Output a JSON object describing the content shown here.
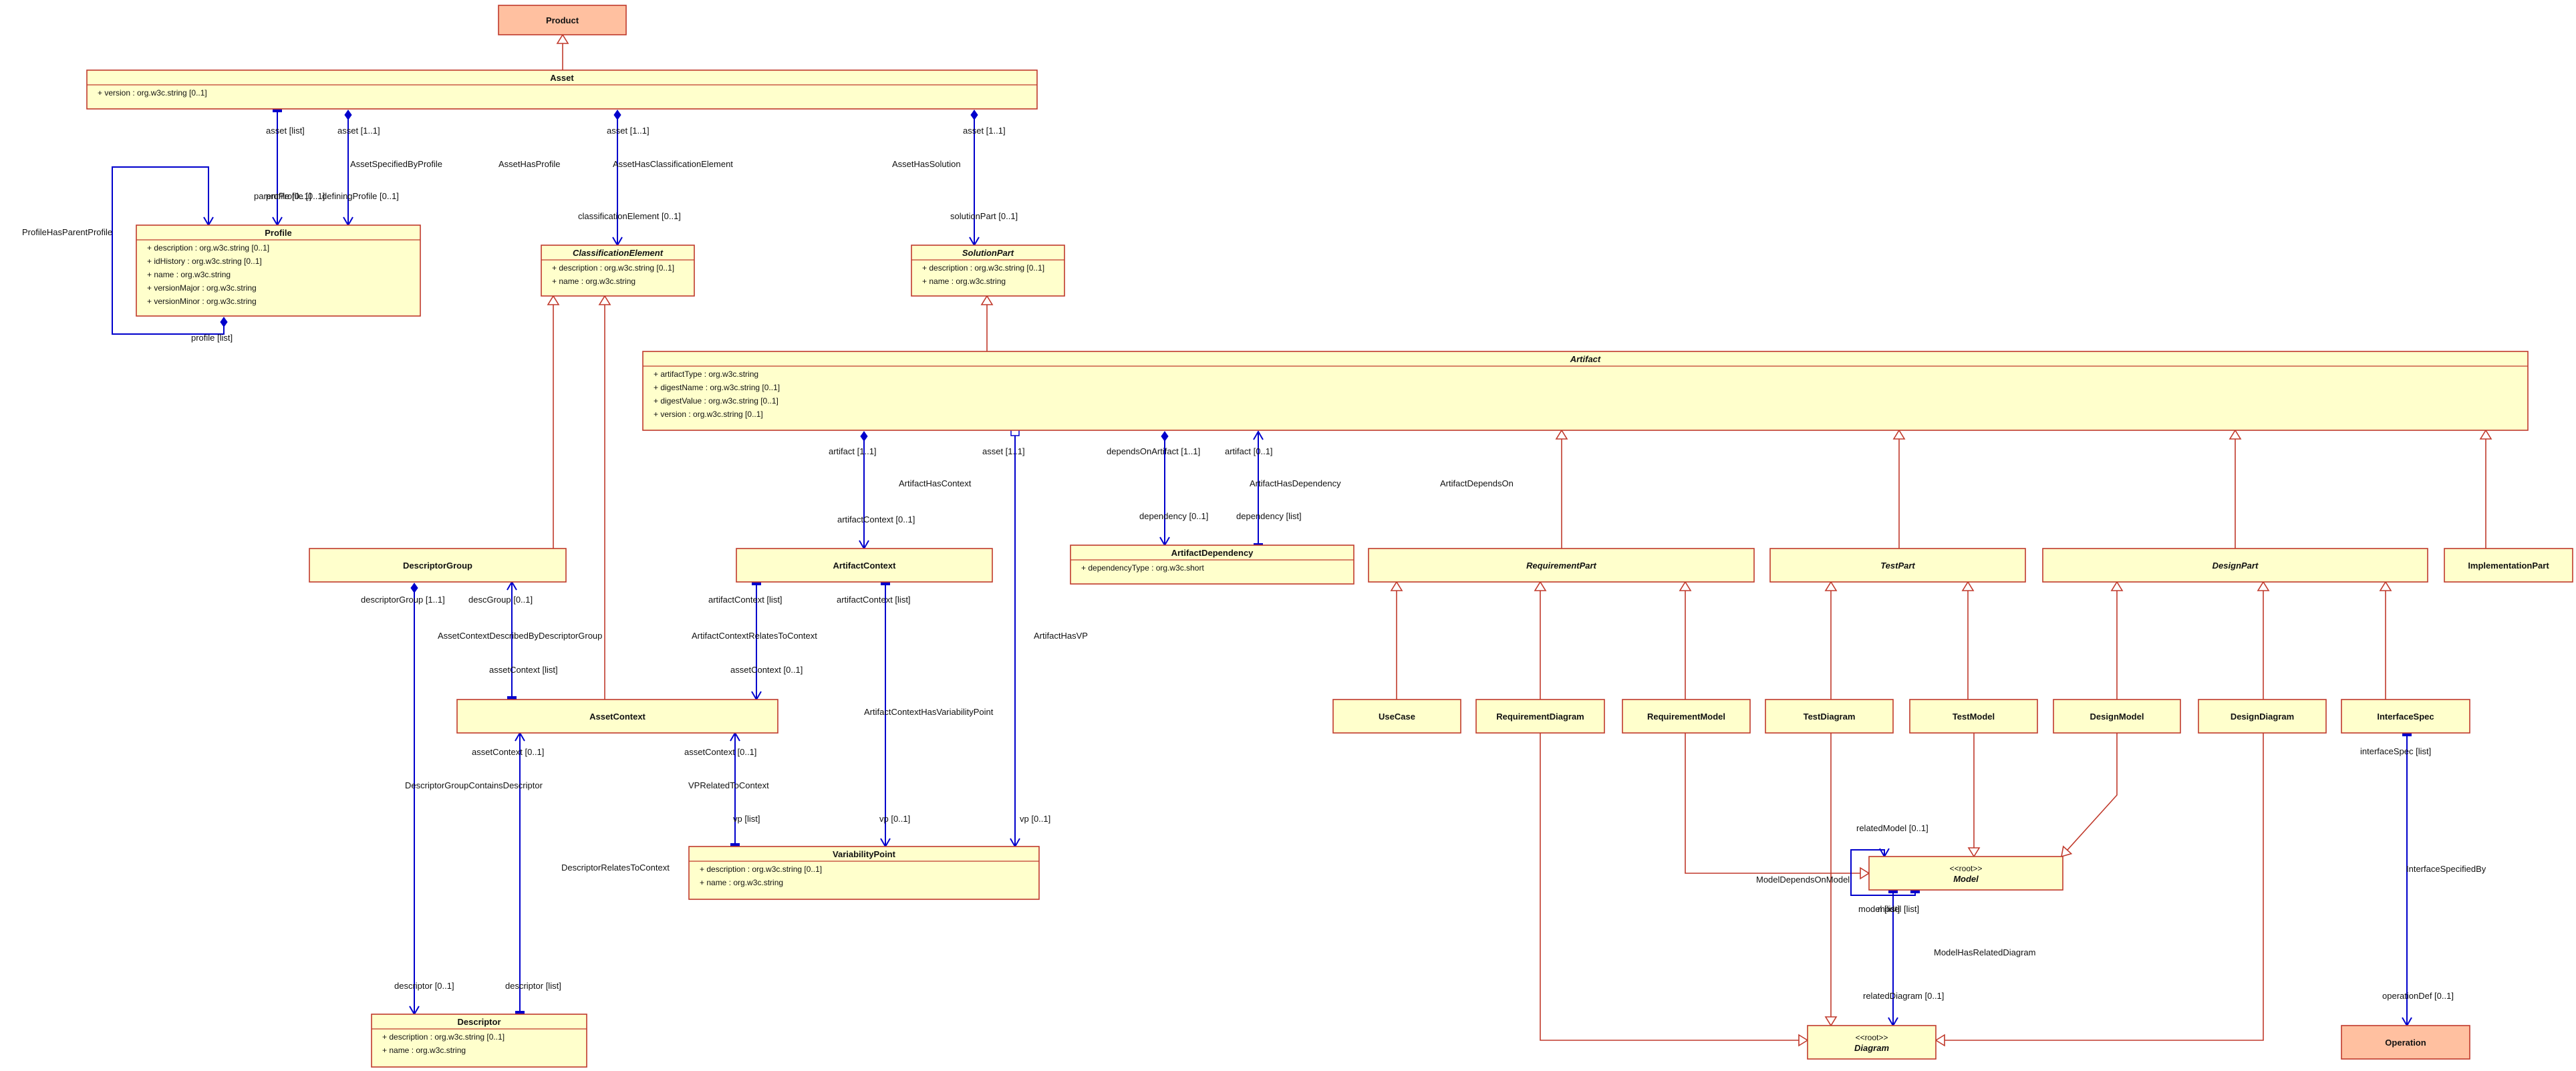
{
  "classes": {
    "product": {
      "name": "Product",
      "stereotype": "",
      "abstract": false,
      "external": true,
      "attrs": []
    },
    "asset": {
      "name": "Asset",
      "stereotype": "",
      "abstract": false,
      "external": false,
      "attrs": [
        "+ version : org.w3c.string [0..1]"
      ]
    },
    "profile": {
      "name": "Profile",
      "stereotype": "",
      "abstract": false,
      "external": false,
      "attrs": [
        "+ description : org.w3c.string [0..1]",
        "+ idHistory : org.w3c.string [0..1]",
        "+ name : org.w3c.string",
        "+ versionMajor : org.w3c.string",
        "+ versionMinor : org.w3c.string"
      ]
    },
    "classification_element": {
      "name": "ClassificationElement",
      "stereotype": "",
      "abstract": true,
      "external": false,
      "attrs": [
        "+ description : org.w3c.string [0..1]",
        "+ name : org.w3c.string"
      ]
    },
    "solution_part": {
      "name": "SolutionPart",
      "stereotype": "",
      "abstract": true,
      "external": false,
      "attrs": [
        "+ description : org.w3c.string [0..1]",
        "+ name : org.w3c.string"
      ]
    },
    "artifact": {
      "name": "Artifact",
      "stereotype": "",
      "abstract": true,
      "external": false,
      "attrs": [
        "+ artifactType : org.w3c.string",
        "+ digestName : org.w3c.string [0..1]",
        "+ digestValue : org.w3c.string [0..1]",
        "+ version : org.w3c.string [0..1]"
      ]
    },
    "descriptor_group": {
      "name": "DescriptorGroup",
      "stereotype": "",
      "abstract": false,
      "external": false,
      "attrs": []
    },
    "artifact_context": {
      "name": "ArtifactContext",
      "stereotype": "",
      "abstract": false,
      "external": false,
      "attrs": []
    },
    "artifact_dependency": {
      "name": "ArtifactDependency",
      "stereotype": "",
      "abstract": false,
      "external": false,
      "attrs": [
        "+ dependencyType : org.w3c.short"
      ]
    },
    "requirement_part": {
      "name": "RequirementPart",
      "stereotype": "",
      "abstract": true,
      "external": false,
      "attrs": []
    },
    "test_part": {
      "name": "TestPart",
      "stereotype": "",
      "abstract": true,
      "external": false,
      "attrs": []
    },
    "design_part": {
      "name": "DesignPart",
      "stereotype": "",
      "abstract": true,
      "external": false,
      "attrs": []
    },
    "implementation_part": {
      "name": "ImplementationPart",
      "stereotype": "",
      "abstract": false,
      "external": false,
      "attrs": []
    },
    "asset_context": {
      "name": "AssetContext",
      "stereotype": "",
      "abstract": false,
      "external": false,
      "attrs": []
    },
    "use_case": {
      "name": "UseCase",
      "stereotype": "",
      "abstract": false,
      "external": false,
      "attrs": []
    },
    "requirement_diagram": {
      "name": "RequirementDiagram",
      "stereotype": "",
      "abstract": false,
      "external": false,
      "attrs": []
    },
    "requirement_model": {
      "name": "RequirementModel",
      "stereotype": "",
      "abstract": false,
      "external": false,
      "attrs": []
    },
    "test_diagram": {
      "name": "TestDiagram",
      "stereotype": "",
      "abstract": false,
      "external": false,
      "attrs": []
    },
    "test_model": {
      "name": "TestModel",
      "stereotype": "",
      "abstract": false,
      "external": false,
      "attrs": []
    },
    "design_model": {
      "name": "DesignModel",
      "stereotype": "",
      "abstract": false,
      "external": false,
      "attrs": []
    },
    "design_diagram": {
      "name": "DesignDiagram",
      "stereotype": "",
      "abstract": false,
      "external": false,
      "attrs": []
    },
    "interface_spec": {
      "name": "InterfaceSpec",
      "stereotype": "",
      "abstract": false,
      "external": false,
      "attrs": []
    },
    "variability_point": {
      "name": "VariabilityPoint",
      "stereotype": "",
      "abstract": false,
      "external": false,
      "attrs": [
        "+ description : org.w3c.string [0..1]",
        "+ name : org.w3c.string"
      ]
    },
    "model": {
      "name": "Model",
      "stereotype": "<<root>>",
      "abstract": true,
      "external": false,
      "attrs": []
    },
    "descriptor": {
      "name": "Descriptor",
      "stereotype": "",
      "abstract": false,
      "external": false,
      "attrs": [
        "+ description : org.w3c.string [0..1]",
        "+ name : org.w3c.string"
      ]
    },
    "diagram": {
      "name": "Diagram",
      "stereotype": "<<root>>",
      "abstract": true,
      "external": false,
      "attrs": []
    },
    "operation": {
      "name": "Operation",
      "stereotype": "",
      "abstract": false,
      "external": true,
      "attrs": []
    }
  },
  "labels": {
    "l01": "asset [list]",
    "l02": "asset [1..1]",
    "l03": "AssetSpecifiedByProfile",
    "l04": "AssetHasProfile",
    "l05": "AssetHasClassificationElement",
    "l06": "asset [1..1]",
    "l07": "asset [1..1]",
    "l08": "AssetHasSolution",
    "l09": "parentProfile [0..1]",
    "l10": "profile [0..1]",
    "l11": "definingProfile [0..1]",
    "l12": "classificationElement [0..1]",
    "l13": "solutionPart [0..1]",
    "l14": "ProfileHasParentProfile",
    "l15": "profile [list]",
    "l16": "artifact [1..1]",
    "l17": "asset [1..1]",
    "l18": "dependsOnArtifact [1..1]",
    "l19": "artifact [0..1]",
    "l20": "ArtifactHasContext",
    "l21": "ArtifactHasDependency",
    "l22": "ArtifactDependsOn",
    "l23": "artifactContext [0..1]",
    "l24": "dependency [0..1]",
    "l25": "dependency [list]",
    "l26": "descriptorGroup [1..1]",
    "l27": "descGroup [0..1]",
    "l28": "artifactContext [list]",
    "l29": "artifactContext [list]",
    "l30": "AssetContextDescribedByDescriptorGroup",
    "l31": "ArtifactContextRelatesToContext",
    "l32": "ArtifactHasVP",
    "l33": "assetContext [list]",
    "l34": "assetContext [0..1]",
    "l35": "ArtifactContextHasVariabilityPoint",
    "l36": "assetContext [0..1]",
    "l37": "assetContext [0..1]",
    "l38": "DescriptorGroupContainsDescriptor",
    "l39": "VPRelatedToContext",
    "l40": "vp [list]",
    "l41": "vp [0..1]",
    "l42": "vp [0..1]",
    "l43": "DescriptorRelatesToContext",
    "l44": "interfaceSpec [list]",
    "l45": "relatedModel [0..1]",
    "l46": "ModelDependsOnModel",
    "l47": "model [list]",
    "l48": "model [list]",
    "l49": "InterfaceSpecifiedBy",
    "l50": "ModelHasRelatedDiagram",
    "l51": "descriptor [0..1]",
    "l52": "descriptor [list]",
    "l53": "relatedDiagram [0..1]",
    "l54": "operationDef [0..1]"
  },
  "colors": {
    "class_fill": "#ffffcc",
    "class_border": "#c0392b",
    "external_fill": "#ffc0a0",
    "association": "#0000cc"
  }
}
